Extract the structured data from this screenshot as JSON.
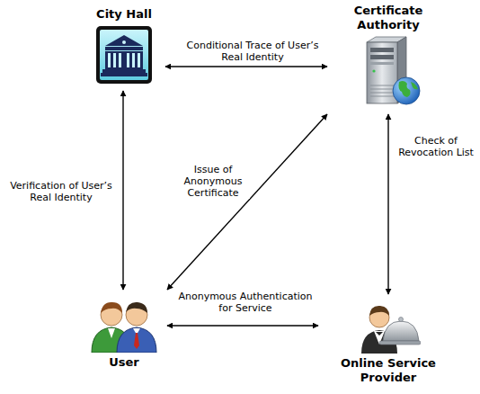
{
  "diagram": {
    "nodes": [
      {
        "text": [
          "City Hall"
        ]
      },
      {
        "text": [
          "Certificate Authority"
        ]
      },
      {
        "text": [
          "User"
        ]
      },
      {
        "text": [
          "Online Service Provider"
        ]
      }
    ],
    "edges": [
      {
        "from": 0,
        "to": 1,
        "label": "Conditional Trace of User’s Real Identity",
        "arrow": "both"
      },
      {
        "from": 0,
        "to": 2,
        "label": "Verification of User’s Real Identity",
        "arrow": "both"
      },
      {
        "from": 2,
        "to": 1,
        "label": "Issue of Anonymous Certificate",
        "arrow": "both"
      },
      {
        "from": 1,
        "to": 3,
        "label": "Check of Revocation List",
        "arrow": "both"
      },
      {
        "from": 2,
        "to": 3,
        "label": "Anonymous Authentication for Service",
        "arrow": "both"
      }
    ]
  }
}
